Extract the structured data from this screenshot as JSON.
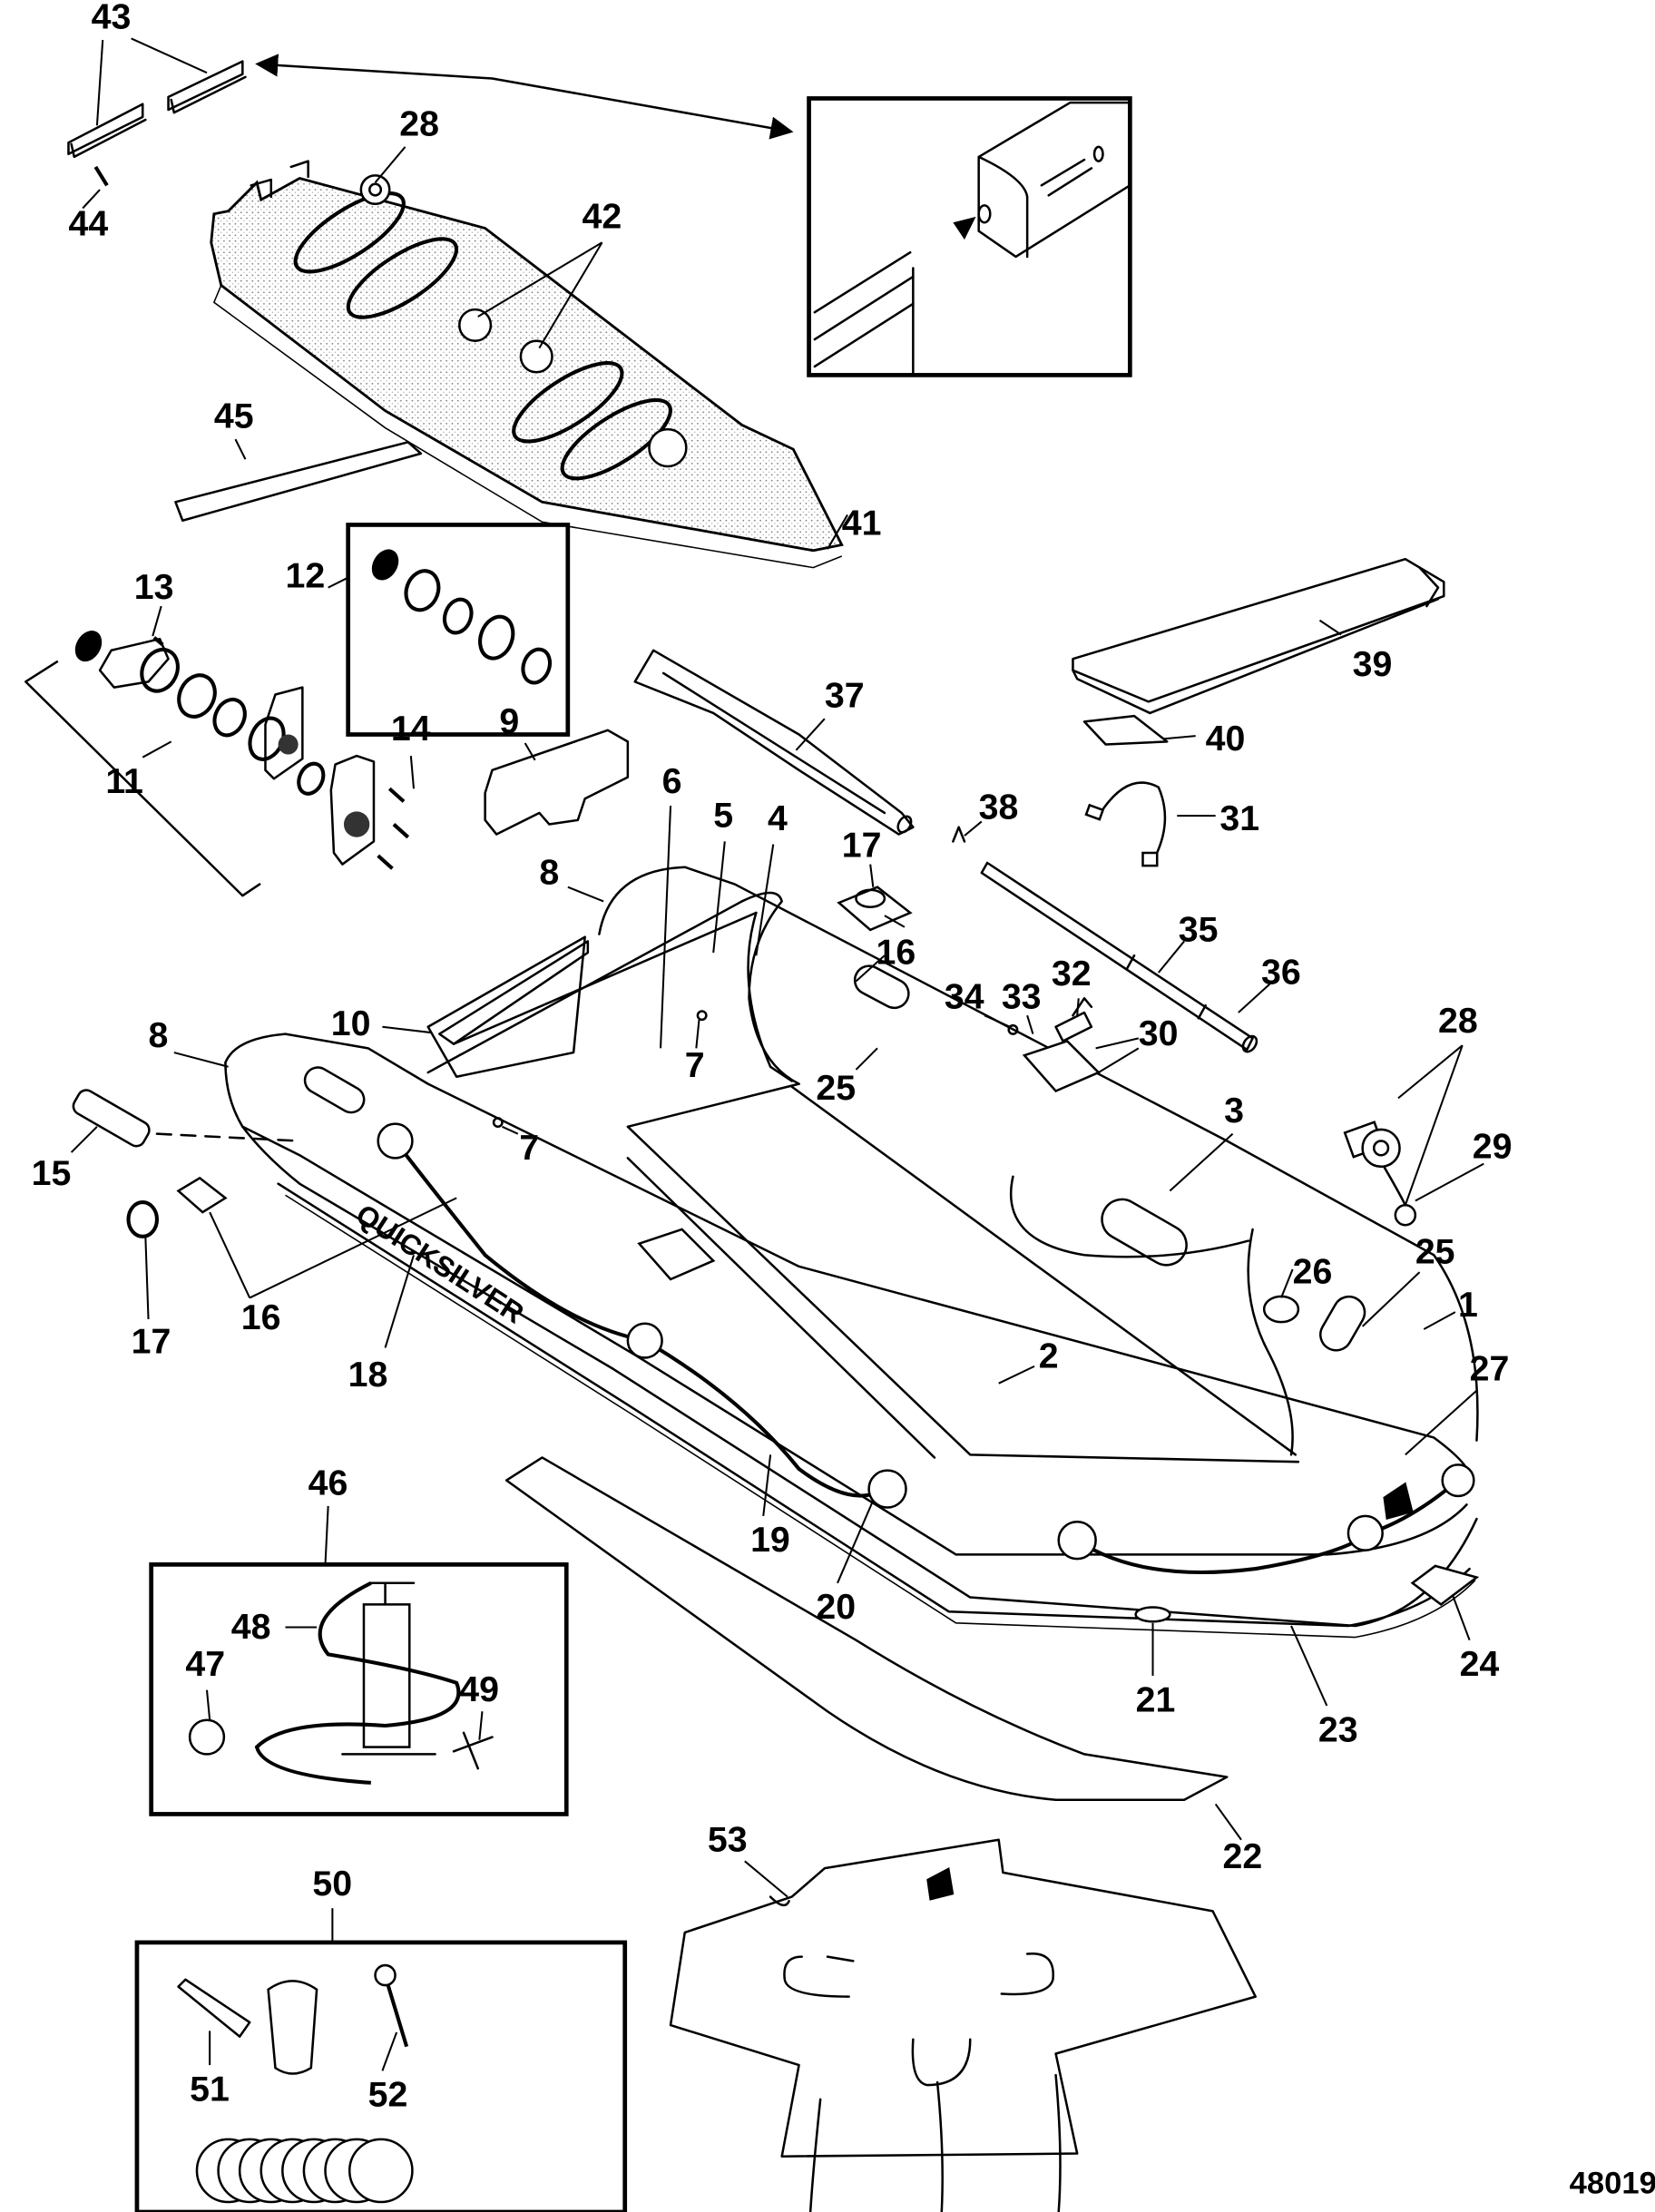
{
  "title": "Inflatable Boat Exploded Parts Diagram",
  "diagram_number": "48019",
  "brand_text": "QUICKSILVER",
  "colors": {
    "ink": "#000000",
    "paper": "#ffffff"
  },
  "callouts": [
    {
      "id": "c43",
      "label": "43",
      "part": "floor-stringer-pair"
    },
    {
      "id": "c44",
      "label": "44",
      "part": "stringer-screw"
    },
    {
      "id": "c28a",
      "label": "28",
      "part": "floor-valve"
    },
    {
      "id": "c42",
      "label": "42",
      "part": "floor-fittings"
    },
    {
      "id": "c45",
      "label": "45",
      "part": "floor-strip"
    },
    {
      "id": "c41",
      "label": "41",
      "part": "inflatable-floor"
    },
    {
      "id": "c12",
      "label": "12",
      "part": "valve-seal-kit"
    },
    {
      "id": "c13",
      "label": "13",
      "part": "valve-screw"
    },
    {
      "id": "c11",
      "label": "11",
      "part": "transom-drain-assembly"
    },
    {
      "id": "c14",
      "label": "14",
      "part": "drain-screws"
    },
    {
      "id": "c9",
      "label": "9",
      "part": "storage-pouch"
    },
    {
      "id": "c37",
      "label": "37",
      "part": "oar-blade"
    },
    {
      "id": "c39",
      "label": "39",
      "part": "seat-bench"
    },
    {
      "id": "c40",
      "label": "40",
      "part": "seat-bracket"
    },
    {
      "id": "c38",
      "label": "38",
      "part": "oar-clip"
    },
    {
      "id": "c31",
      "label": "31",
      "part": "oar-lanyard"
    },
    {
      "id": "c17a",
      "label": "17",
      "part": "d-ring"
    },
    {
      "id": "c6",
      "label": "6",
      "part": "transom-board"
    },
    {
      "id": "c5",
      "label": "5",
      "part": "transom-cap"
    },
    {
      "id": "c4",
      "label": "4",
      "part": "transom-pad"
    },
    {
      "id": "c8a",
      "label": "8",
      "part": "tube-end-cone-right"
    },
    {
      "id": "c16a",
      "label": "16",
      "part": "d-ring-patch"
    },
    {
      "id": "c35",
      "label": "35",
      "part": "oar-shaft"
    },
    {
      "id": "c36",
      "label": "36",
      "part": "oar-grip"
    },
    {
      "id": "c32",
      "label": "32",
      "part": "oarlock-pin"
    },
    {
      "id": "c33",
      "label": "33",
      "part": "oarlock-sleeve"
    },
    {
      "id": "c34",
      "label": "34",
      "part": "oarlock-nut"
    },
    {
      "id": "c30",
      "label": "30",
      "part": "oarlock-assembly"
    },
    {
      "id": "c28b",
      "label": "28",
      "part": "tube-valve"
    },
    {
      "id": "c29",
      "label": "29",
      "part": "valve-cap"
    },
    {
      "id": "c10",
      "label": "10",
      "part": "transom-plate"
    },
    {
      "id": "c8b",
      "label": "8",
      "part": "tube-end-cone-left"
    },
    {
      "id": "c7a",
      "label": "7",
      "part": "transom-grommet-upper"
    },
    {
      "id": "c7b",
      "label": "7",
      "part": "transom-grommet-lower"
    },
    {
      "id": "c25a",
      "label": "25",
      "part": "carry-handle-side"
    },
    {
      "id": "c3",
      "label": "3",
      "part": "carry-handle-center"
    },
    {
      "id": "c15",
      "label": "15",
      "part": "stern-handle"
    },
    {
      "id": "c16b",
      "label": "16",
      "part": "d-ring-patch-side"
    },
    {
      "id": "c17b",
      "label": "17",
      "part": "d-ring-loose"
    },
    {
      "id": "c18",
      "label": "18",
      "part": "decal-quicksilver"
    },
    {
      "id": "c26",
      "label": "26",
      "part": "bow-valve"
    },
    {
      "id": "c25b",
      "label": "25",
      "part": "carry-handle-bow"
    },
    {
      "id": "c1",
      "label": "1",
      "part": "hull-tube"
    },
    {
      "id": "c2",
      "label": "2",
      "part": "floor-keel"
    },
    {
      "id": "c27",
      "label": "27",
      "part": "bow-decal"
    },
    {
      "id": "c46",
      "label": "46",
      "part": "pump-kit"
    },
    {
      "id": "c48",
      "label": "48",
      "part": "pump"
    },
    {
      "id": "c47",
      "label": "47",
      "part": "pressure-gauge"
    },
    {
      "id": "c49",
      "label": "49",
      "part": "pump-adapter"
    },
    {
      "id": "c19",
      "label": "19",
      "part": "lifeline"
    },
    {
      "id": "c20",
      "label": "20",
      "part": "lifeline-eyelet"
    },
    {
      "id": "c21",
      "label": "21",
      "part": "tow-ring"
    },
    {
      "id": "c23",
      "label": "23",
      "part": "rub-strake"
    },
    {
      "id": "c24",
      "label": "24",
      "part": "bow-ring"
    },
    {
      "id": "c22",
      "label": "22",
      "part": "keel-guard"
    },
    {
      "id": "c53",
      "label": "53",
      "part": "boat-cover"
    },
    {
      "id": "c50",
      "label": "50",
      "part": "repair-kit"
    },
    {
      "id": "c51",
      "label": "51",
      "part": "glue-tube"
    },
    {
      "id": "c52",
      "label": "52",
      "part": "valve-wrench"
    }
  ]
}
